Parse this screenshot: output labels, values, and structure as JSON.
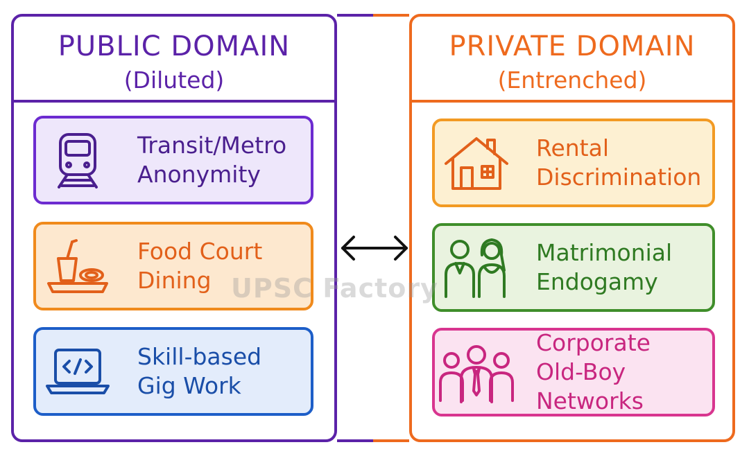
{
  "left_panel": {
    "title": "PUBLIC DOMAIN",
    "subtitle": "(Diluted)",
    "color": "#5b22a8",
    "items": [
      {
        "icon": "train-icon",
        "line1": "Transit/Metro",
        "line2": "Anonymity",
        "color": "#6c2bd0",
        "bg": "#eee7fb"
      },
      {
        "icon": "food-tray-icon",
        "line1": "Food Court",
        "line2": "Dining",
        "color": "#f08a1c",
        "bg": "#fde8cf"
      },
      {
        "icon": "laptop-code-icon",
        "line1": "Skill-based",
        "line2": "Gig Work",
        "color": "#1d5ec8",
        "bg": "#e3ecfb"
      }
    ]
  },
  "right_panel": {
    "title": "PRIVATE DOMAIN",
    "subtitle": "(Entrenched)",
    "color": "#ee6a1e",
    "items": [
      {
        "icon": "house-icon",
        "line1": "Rental",
        "line2": "Discrimination",
        "color": "#f29a23",
        "bg": "#fdf0d2"
      },
      {
        "icon": "couple-icon",
        "line1": "Matrimonial",
        "line2": "Endogamy",
        "color": "#3f8e2a",
        "bg": "#e9f3df"
      },
      {
        "icon": "people-group-icon",
        "line1": "Corporate",
        "line2": "Old-Boy Networks",
        "color": "#d8358f",
        "bg": "#fbe3f1"
      }
    ]
  },
  "connector": {
    "icon": "double-arrow-icon"
  },
  "watermark": "UPSC Factory"
}
